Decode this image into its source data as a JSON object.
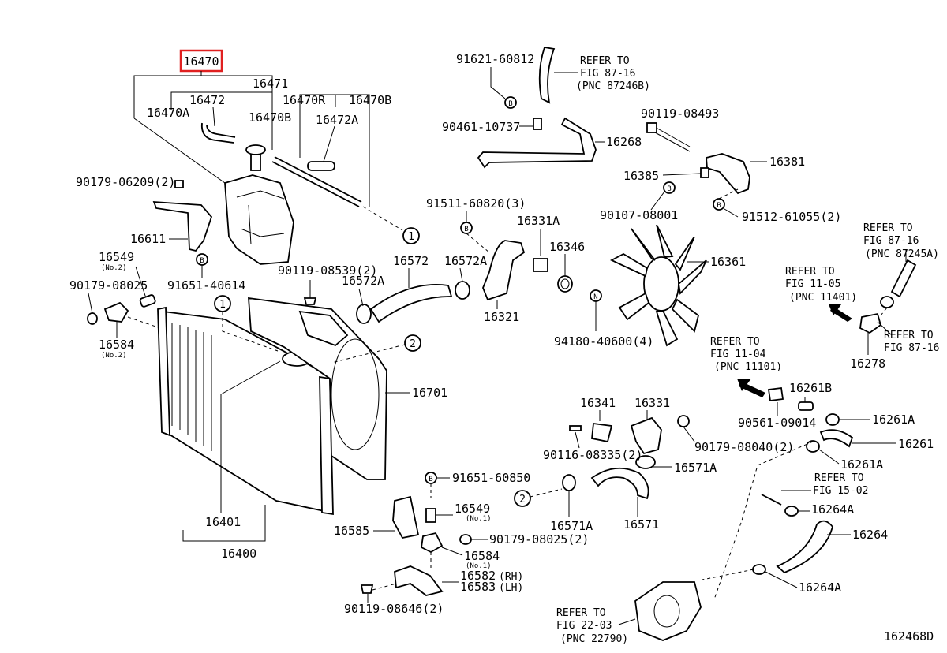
{
  "figure_id": "162468D",
  "highlighted_part": "16470",
  "parts": {
    "p16470": "16470",
    "p16471": "16471",
    "p16472": "16472",
    "p16470R": "16470R",
    "p16470B_top": "16470B",
    "p16470A": "16470A",
    "p16470B": "16470B",
    "p16472A": "16472A",
    "p90179_06209": "90179-06209(2)",
    "p16611": "16611",
    "p16549_left": "16549",
    "p16549_left_note": "(No.2)",
    "p91651_40614": "91651-40614",
    "p90179_08025": "90179-08025",
    "p16584_left": "16584",
    "p16584_left_note": "(No.2)",
    "p90119_08539": "90119-08539(2)",
    "p16572": "16572",
    "p16572A_upper": "16572A",
    "p16572A_lower": "16572A",
    "p91511_60820": "91511-60820(3)",
    "p16331A": "16331A",
    "p16346": "16346",
    "p16321": "16321",
    "p91621_60812": "91621-60812",
    "p90461_10737": "90461-10737",
    "p16268": "16268",
    "p90119_08493": "90119-08493",
    "p16381": "16381",
    "p16385": "16385",
    "p90107_08001": "90107-08001",
    "p91512_61055": "91512-61055(2)",
    "p16361": "16361",
    "p94180_40600": "94180-40600(4)",
    "p16701": "16701",
    "p16401": "16401",
    "p16400": "16400",
    "p16278": "16278",
    "p16341": "16341",
    "p16331": "16331",
    "p90116_08335": "90116-08335(2)",
    "p90179_08040": "90179-08040(2)",
    "p16261B": "16261B",
    "p90561_09014": "90561-09014",
    "p16261A_1": "16261A",
    "p16261A_2": "16261A",
    "p16261": "16261",
    "p16571A_1": "16571A",
    "p16571A_2": "16571A",
    "p16571": "16571",
    "p91651_60850": "91651-60850",
    "p16549_right": "16549",
    "p16549_right_note": "(No.1)",
    "p90179_08025_2": "90179-08025(2)",
    "p16585": "16585",
    "p16584_right": "16584",
    "p16584_right_note": "(No.1)",
    "p16582": "16582",
    "p16582_note": "(RH)",
    "p16583": "16583",
    "p16583_note": "(LH)",
    "p90119_08646": "90119-08646(2)",
    "p16264A_1": "16264A",
    "p16264": "16264",
    "p16264A_2": "16264A"
  },
  "references": {
    "r1": [
      "REFER TO",
      "FIG 87-16",
      "(PNC 87246B)"
    ],
    "r2": [
      "REFER TO",
      "FIG 87-16",
      "(PNC 87245A)"
    ],
    "r3": [
      "REFER TO",
      "FIG 11-05",
      "(PNC 11401)"
    ],
    "r4": [
      "REFER TO",
      "FIG 87-16"
    ],
    "r5": [
      "REFER TO",
      "FIG 11-04",
      "(PNC 11101)"
    ],
    "r6": [
      "REFER TO",
      "FIG 15-02"
    ],
    "r7": [
      "REFER TO",
      "FIG 22-03",
      "(PNC 22790)"
    ]
  },
  "markers": {
    "circle_1": "1",
    "circle_2": "2",
    "letter_B": "B",
    "letter_N": "N"
  }
}
